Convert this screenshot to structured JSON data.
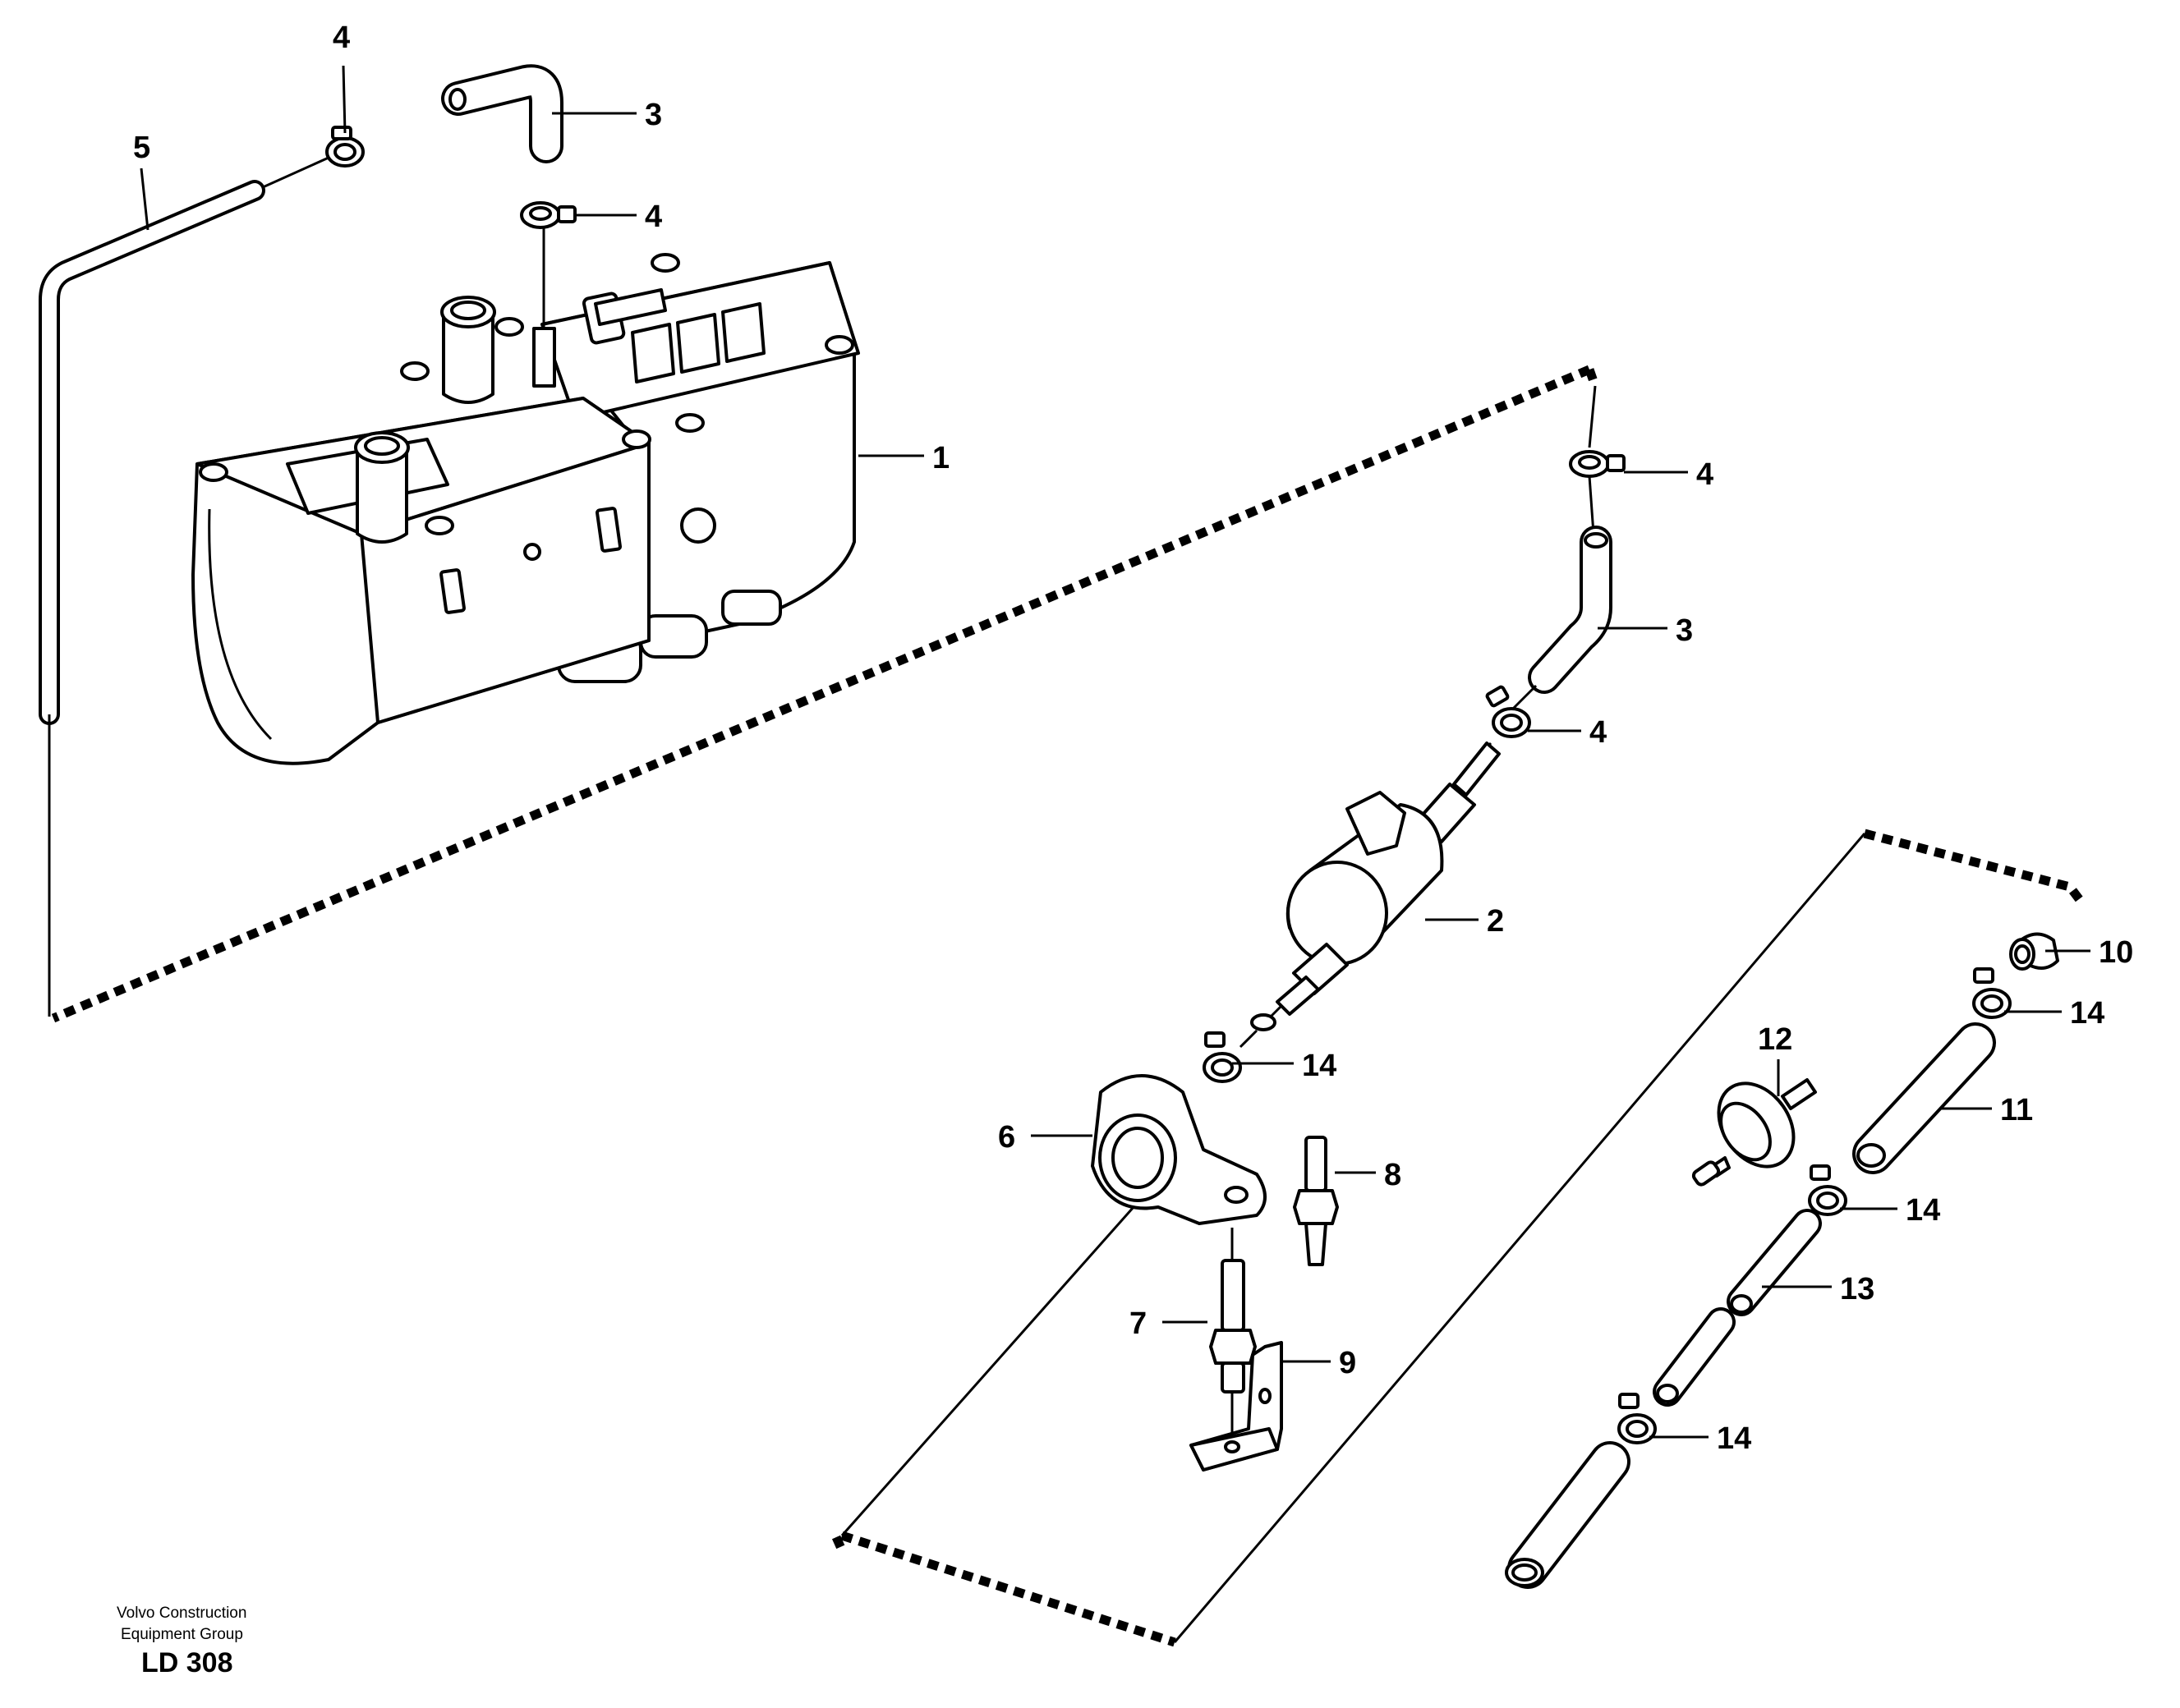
{
  "callouts": {
    "c1": "1",
    "c2": "2",
    "c3a": "3",
    "c3b": "3",
    "c4a": "4",
    "c4b": "4",
    "c4c": "4",
    "c4d": "4",
    "c5": "5",
    "c6": "6",
    "c7": "7",
    "c8": "8",
    "c9": "9",
    "c10": "10",
    "c11": "11",
    "c12": "12",
    "c13": "13",
    "c14a": "14",
    "c14b": "14",
    "c14c": "14",
    "c14d": "14"
  },
  "footer": {
    "line1": "Volvo Construction",
    "line2": "Equipment Group",
    "code": "LD 308"
  }
}
